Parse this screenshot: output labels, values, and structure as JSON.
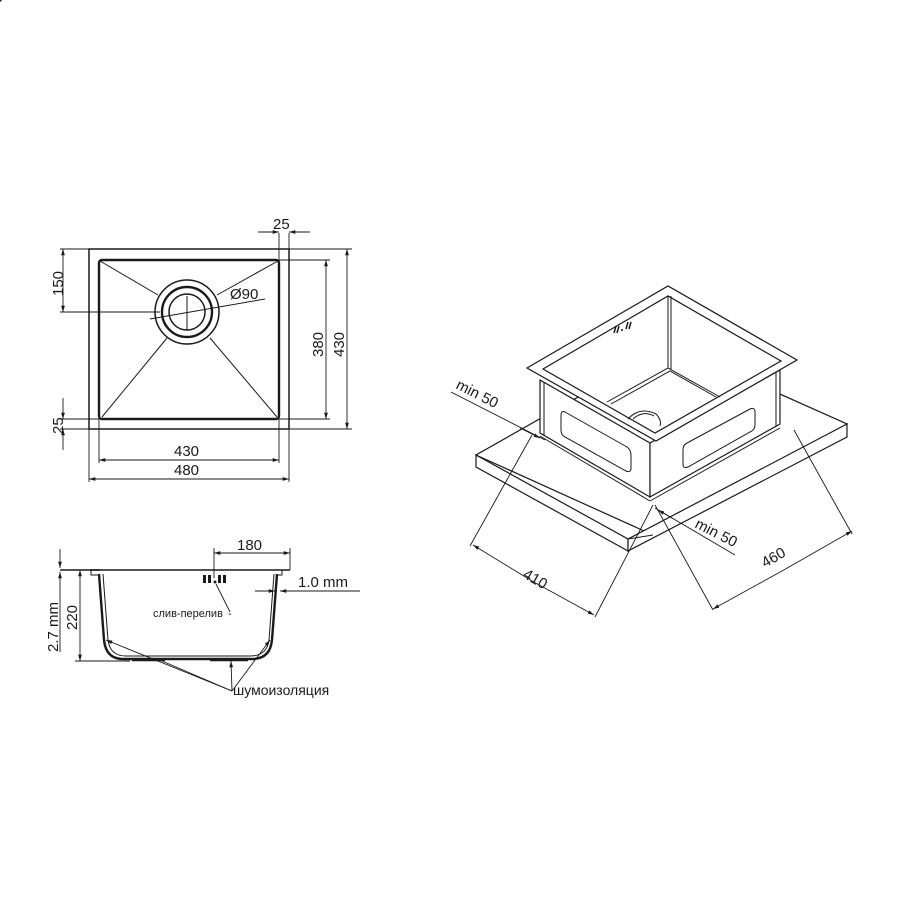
{
  "top_view": {
    "dim_flange_right": "25",
    "dim_drain_offset": "150",
    "dim_drain_diameter": "Ø90",
    "dim_inner_depth": "380",
    "dim_outer_depth": "430",
    "dim_flange_bottom": "25",
    "dim_inner_width": "430",
    "dim_outer_width": "480"
  },
  "side_view": {
    "dim_overflow_offset": "180",
    "dim_wall_thickness": "1.0 mm",
    "dim_flange_thickness": "2.7 mm",
    "dim_bowl_height": "220",
    "label_overflow": "слив-перелив",
    "label_sound_insulation": "шумоизоляция"
  },
  "iso_view": {
    "dim_min_left": "min 50",
    "dim_min_right": "min 50",
    "dim_cutout_left": "410",
    "dim_cutout_right": "460"
  },
  "colors": {
    "line": "#1a1a1a",
    "background": "#ffffff"
  }
}
